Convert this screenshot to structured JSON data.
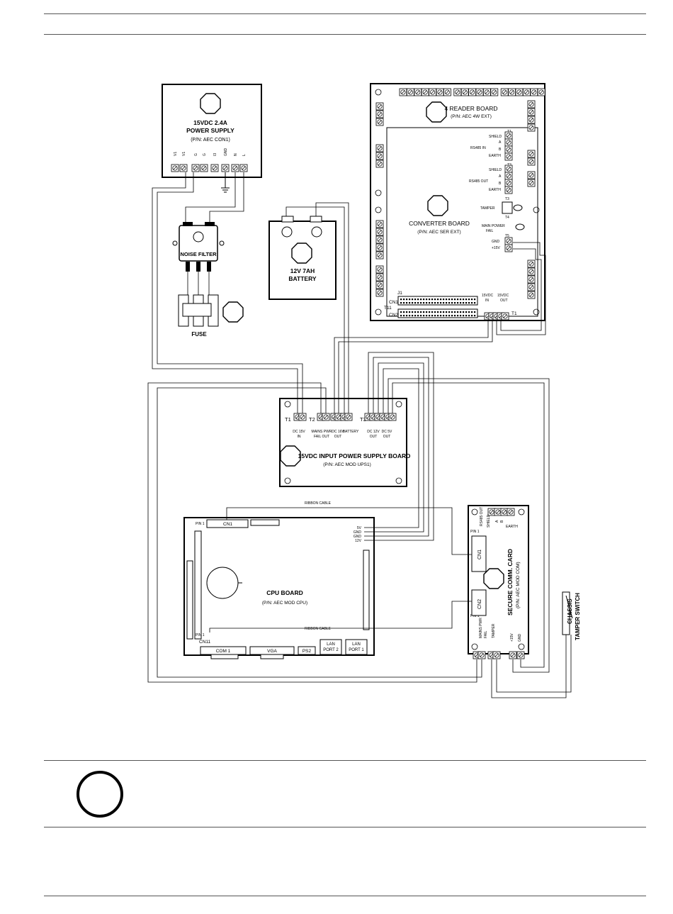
{
  "power_supply": {
    "title": "15VDC 2.4A",
    "subtitle": "POWER SUPPLY",
    "part": "(P/N: AEC CON1)",
    "terminals": [
      "V1",
      "V1",
      "G",
      "G",
      "I3",
      "GND",
      "N",
      "L"
    ]
  },
  "reader_board": {
    "title": "4 READER BOARD",
    "part": "(P/N: AEC 4W EXT)"
  },
  "converter_board": {
    "title": "CONVERTER BOARD",
    "part": "(P/N: AEC SER EXT)",
    "labels": {
      "t1": "T1",
      "t2": "T2",
      "t3": "T3",
      "t4": "T4",
      "t5": "T5",
      "t1_bottom": "T1",
      "t11": "T11",
      "shield": "SHIELD",
      "a": "A",
      "b": "B",
      "earth": "EARTH",
      "rs485_in": "RS485 IN",
      "rs485_out": "RS485 OUT",
      "tamper": "TAMPER",
      "main_power": "MAIN POWER",
      "fail": "FAIL",
      "gnd": "GND",
      "plus15v": "+15V",
      "in_15vdc": "15VDC",
      "in": "IN",
      "out_15vdc": "15VDC",
      "out": "OUT",
      "j1": "J1",
      "cn1": "CN1",
      "cn2": "CN2"
    }
  },
  "noise_filter": {
    "label": "NOISE FILTER"
  },
  "fuse": {
    "label": "FUSE"
  },
  "battery": {
    "line1": "12V 7AH",
    "line2": "BATTERY"
  },
  "ups_board": {
    "title": "15VDC INPUT POWER SUPPLY BOARD",
    "part": "(P/N: AEC MOD UPS1)",
    "t1": "T1",
    "t2": "T2",
    "t3": "T3",
    "labels": {
      "dc15v_in_1": "DC 15V",
      "dc15v_in_2": "IN",
      "mains_1": "MAINS PWR",
      "mains_2": "FAIL OUT",
      "dc16v_1": "DC 16V",
      "dc16v_2": "OUT",
      "battery": "BATTERY",
      "dc12v_1": "DC 12V",
      "dc12v_2": "OUT",
      "dc5v_1": "DC 5V",
      "dc5v_2": "OUT"
    }
  },
  "cpu_board": {
    "title": "CPU BOARD",
    "part": "(P/N: AEC MOD CPU)",
    "pin1_top": "PIN 1",
    "pin1_bottom": "PIN 1",
    "cn1": "CN1",
    "cn11": "CN11",
    "power_pins": [
      "5V",
      "GND",
      "GND",
      "12V"
    ],
    "ports": {
      "com1": "COM 1",
      "vga": "VGA",
      "ps2": "PS2",
      "lan2_1": "LAN",
      "lan2_2": "PORT 2",
      "lan1_1": "LAN",
      "lan1_2": "PORT 1"
    }
  },
  "ribbon_top": "RIBBON CABLE",
  "ribbon_bottom": "RIBBON CABLE",
  "comm_card": {
    "title": "SECURE COMM. CARD",
    "part": "(P/N: AEC MOD COM)",
    "rs485_out": "RS485 OUT",
    "shield": "SHIELD",
    "a": "A",
    "b": "B",
    "earth": "EARTH",
    "pin1_top": "PIN 1",
    "pin1_bottom": "PIN 1",
    "cn1": "CN1",
    "cn2": "CN2",
    "mains_1": "MAINS PWR",
    "mains_2": "FAIL",
    "tamper": "TAMPER",
    "plus15v": "+15V",
    "gnd": "GND"
  },
  "chassis": {
    "line1": "CHASSIS",
    "line2": "TAMPER SWITCH"
  }
}
